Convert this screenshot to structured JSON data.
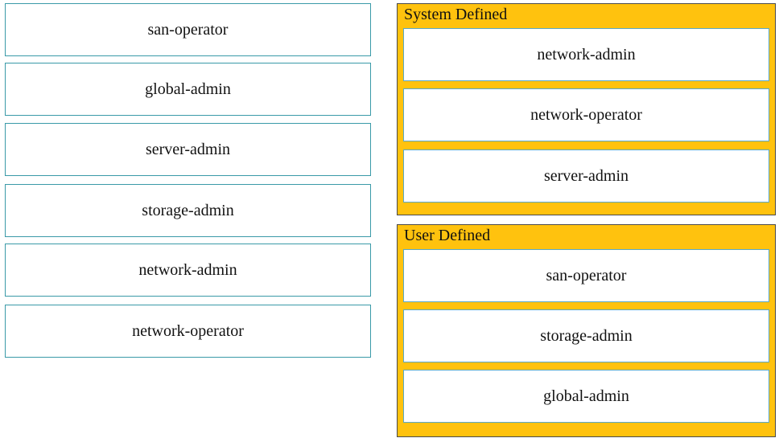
{
  "source_items": [
    "san-operator",
    "global-admin",
    "server-admin",
    "storage-admin",
    "network-admin",
    "network-operator"
  ],
  "system_defined": {
    "title": "System Defined",
    "items": [
      "network-admin",
      "network-operator",
      "server-admin"
    ]
  },
  "user_defined": {
    "title": "User Defined",
    "items": [
      "san-operator",
      "storage-admin",
      "global-admin"
    ]
  },
  "colors": {
    "zone_background": "#ffc20e",
    "item_border": "#3a9aa8"
  }
}
